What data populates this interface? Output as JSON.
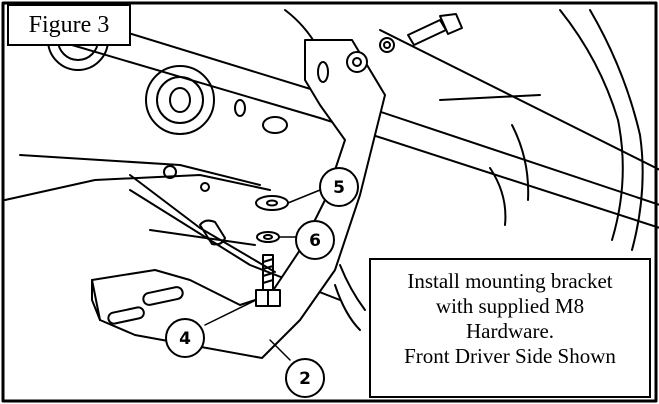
{
  "figure_label": "Figure 3",
  "note": {
    "lines": [
      "Install mounting bracket",
      "with supplied M8",
      "Hardware.",
      "Front Driver Side Shown"
    ]
  },
  "callouts": [
    {
      "id": "5",
      "part": "flat-washer"
    },
    {
      "id": "6",
      "part": "lock-washer"
    },
    {
      "id": "4",
      "part": "bolt"
    },
    {
      "id": "2",
      "part": "mounting-bracket"
    }
  ],
  "colors": {
    "line": "#000000",
    "background": "#ffffff",
    "shading": "#d9d9d9"
  }
}
